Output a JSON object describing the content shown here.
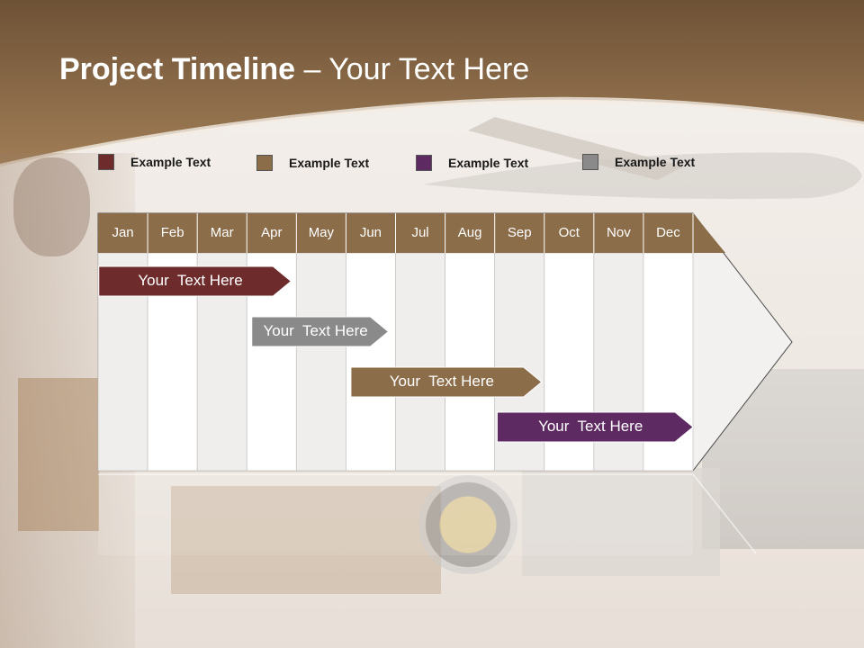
{
  "title": {
    "bold": "Project Timeline",
    "rest": " – Your Text Here"
  },
  "colors": {
    "banner": "#8e6b47",
    "month_header": "#8c6d49",
    "maroon": "#6e2b2b",
    "brown": "#8c6d49",
    "purple": "#5e2a62",
    "gray": "#8a8a8a"
  },
  "legend": [
    {
      "label": "Example Text",
      "color": "#6e2b2b"
    },
    {
      "label": "Example Text",
      "color": "#8c6d49"
    },
    {
      "label": "Example Text",
      "color": "#5e2a62"
    },
    {
      "label": "Example Text",
      "color": "#8a8a8a"
    }
  ],
  "months": [
    "Jan",
    "Feb",
    "Mar",
    "Apr",
    "May",
    "Jun",
    "Jul",
    "Aug",
    "Sep",
    "Oct",
    "Nov",
    "Dec"
  ],
  "bars": [
    {
      "label": "Your  Text Here",
      "color": "#6e2b2b",
      "start_month": "Jan",
      "end_month": "Apr"
    },
    {
      "label": "Your  Text Here",
      "color": "#8a8a8a",
      "start_month": "Apr",
      "end_month": "Jun"
    },
    {
      "label": "Your  Text Here",
      "color": "#8c6d49",
      "start_month": "Jun",
      "end_month": "Sep"
    },
    {
      "label": "Your  Text Here",
      "color": "#5e2a62",
      "start_month": "Sep",
      "end_month": "Dec"
    }
  ]
}
